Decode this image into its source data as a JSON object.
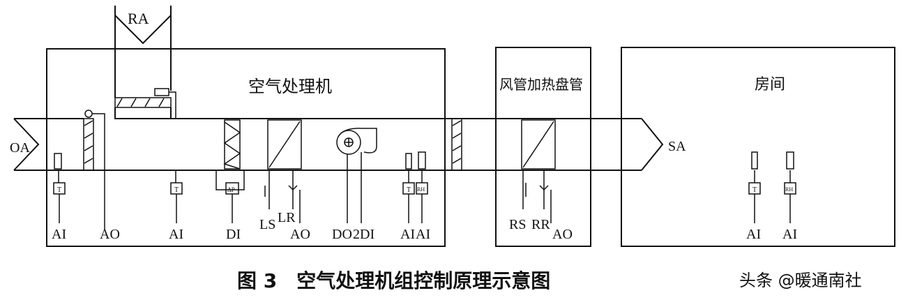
{
  "regions": {
    "ahu_title": "空气处理机",
    "duct_coil_title": "风管加热盘管",
    "room_title": "房间"
  },
  "air_labels": {
    "return_air": "RA",
    "outdoor_air": "OA",
    "supply_air": "SA"
  },
  "points": {
    "p1": "AI",
    "p2": "AO",
    "p3": "AI",
    "p4": "DI",
    "p5_ls": "LS",
    "p5_lr": "LR",
    "p6": "AO",
    "p7": "DO",
    "p8": "2DI",
    "p9": "AI",
    "p10": "AI",
    "p11_rs": "RS",
    "p11_rr": "RR",
    "p12": "AO",
    "p13": "AI",
    "p14": "AI"
  },
  "sensor_glyphs": {
    "temp": "T",
    "humidity": "RH",
    "dp": "ΔP"
  },
  "caption": "图 3　空气处理机组控制原理示意图",
  "watermark": "头条 @暖通南社",
  "colors": {
    "line": "#111111",
    "background": "#ffffff"
  }
}
